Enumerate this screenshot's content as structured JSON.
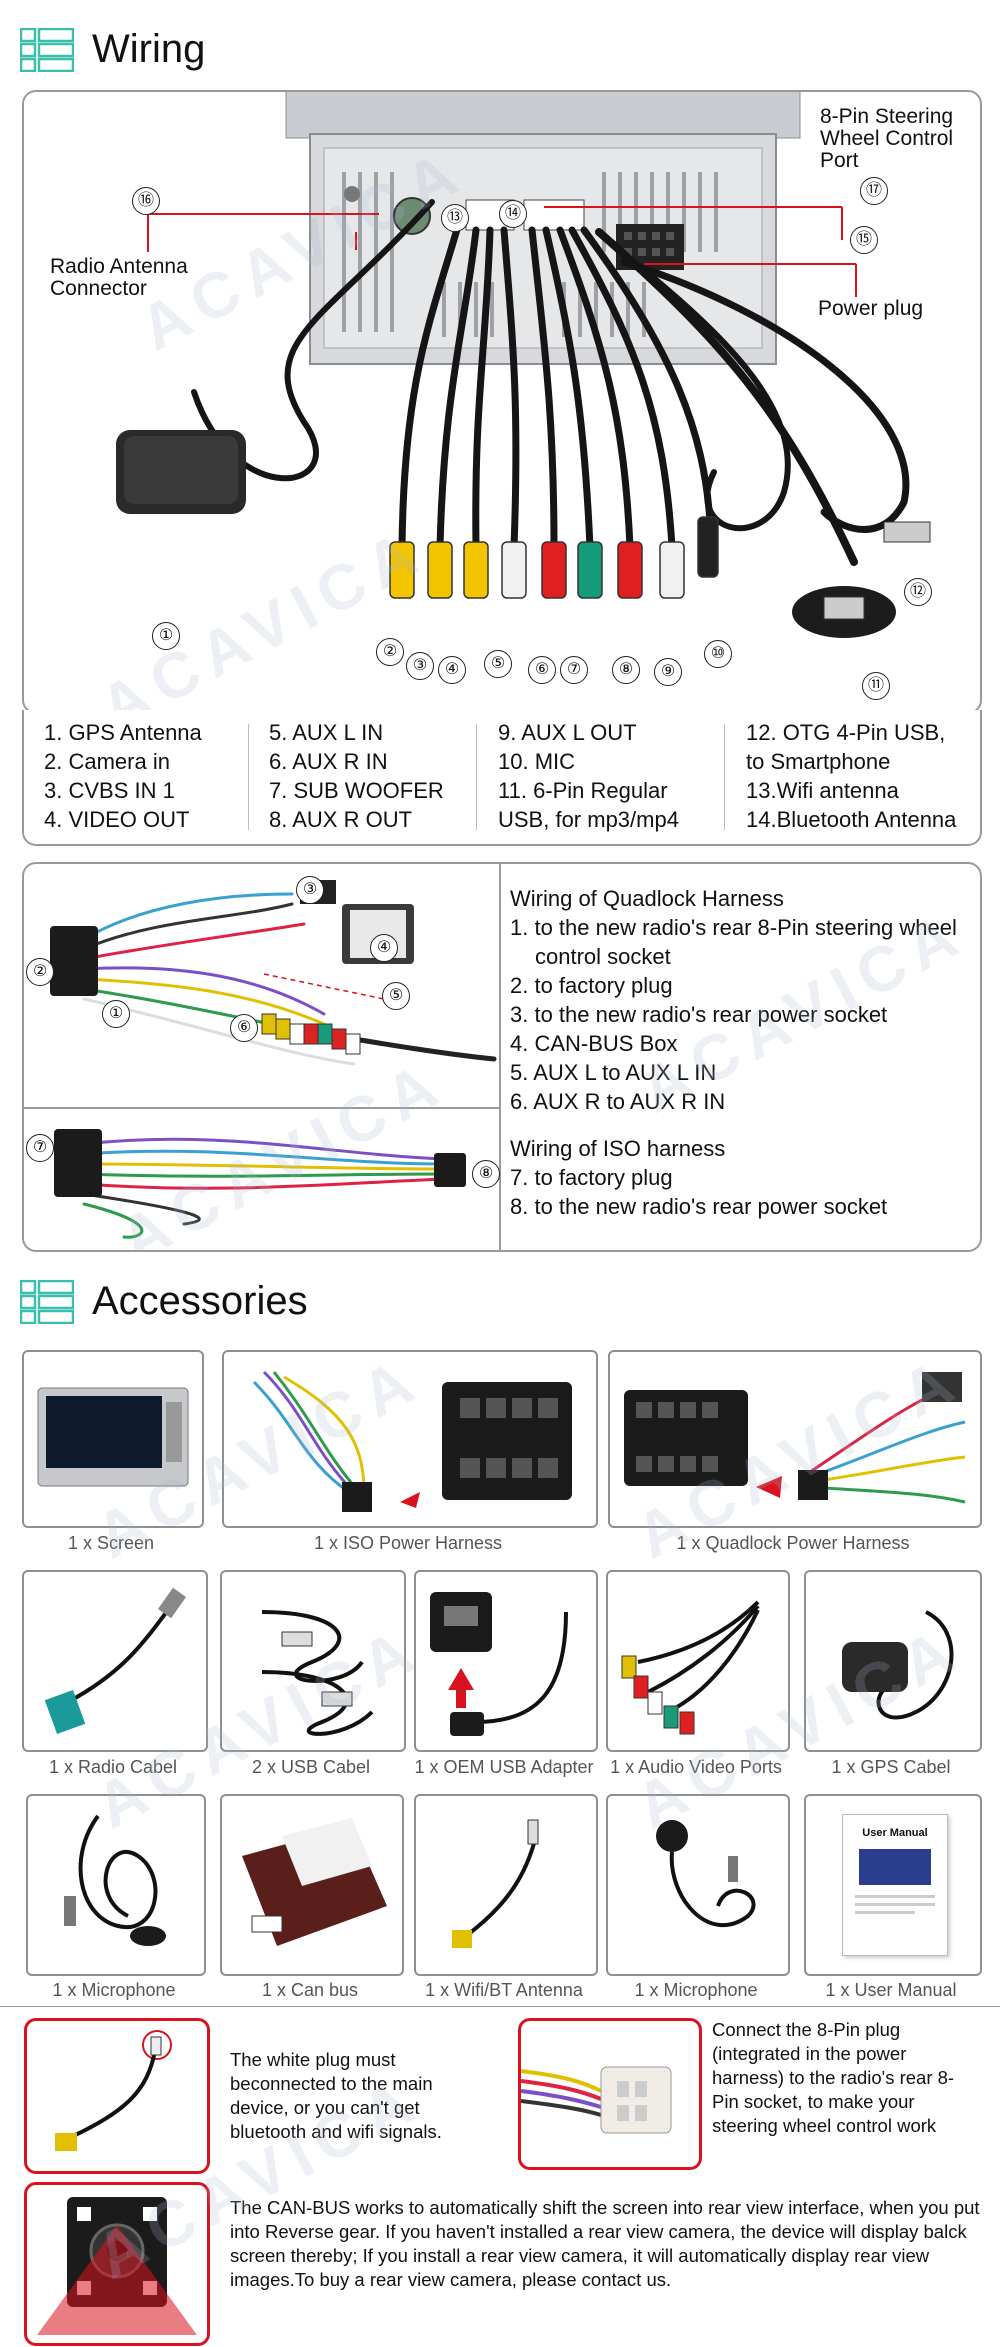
{
  "wiring": {
    "title": "Wiring",
    "callouts": {
      "steering": "8-Pin Steering Wheel Control Port",
      "antenna": "Radio Antenna Connector",
      "power": "Power plug"
    },
    "numbers": [
      "①",
      "②",
      "③",
      "④",
      "⑤",
      "⑥",
      "⑦",
      "⑧",
      "⑨",
      "⑩",
      "⑪",
      "⑫",
      "⑬",
      "⑭",
      "⑮",
      "⑯",
      "⑰"
    ],
    "legend": [
      [
        "1. GPS Antenna",
        "2. Camera in",
        "3. CVBS IN 1",
        "4. VIDEO OUT"
      ],
      [
        "5. AUX L IN",
        "6. AUX R IN",
        "7. SUB WOOFER",
        "8. AUX R OUT"
      ],
      [
        "9. AUX L OUT",
        "10. MIC",
        "11. 6-Pin Regular",
        "USB, for mp3/mp4"
      ],
      [
        "12. OTG 4-Pin USB,",
        "to Smartphone",
        "13.Wifi antenna",
        "14.Bluetooth Antenna"
      ]
    ]
  },
  "harness": {
    "quadlock_title": "Wiring of Quadlock Harness",
    "quadlock_items": [
      "1. to the new radio's rear 8-Pin steering wheel",
      "control socket",
      "2. to factory plug",
      "3. to the new radio's rear power socket",
      "4. CAN-BUS Box",
      "5. AUX L to AUX L IN",
      "6. AUX R to AUX R IN"
    ],
    "iso_title": "Wiring of ISO harness",
    "iso_items": [
      "7. to factory plug",
      "8. to the new radio's rear power socket"
    ],
    "numbers": [
      "①",
      "②",
      "③",
      "④",
      "⑤",
      "⑥",
      "⑦",
      "⑧"
    ]
  },
  "accessories": {
    "title": "Accessories",
    "captions": [
      "1 x Screen",
      "1 x ISO Power Harness",
      "1 x Quadlock Power Harness",
      "1 x Radio Cabel",
      "2 x USB Cabel",
      "1 x OEM USB Adapter",
      "1 x Audio Video Ports",
      "1 x GPS Cabel",
      "1 x Microphone",
      "1 x Can bus",
      "1 x Wifi/BT  Antenna",
      "1 x Microphone",
      "1 x User Manual"
    ],
    "manual_title": "User Manual"
  },
  "notes": {
    "white_plug": "The white plug must beconnected to the main device, or you can't get bluetooth and wifi signals.",
    "eight_pin": "Connect the 8-Pin plug (integrated in the power harness) to the radio's rear 8-Pin socket, to make your steering wheel control work",
    "canbus": "The CAN-BUS works to automatically shift the screen into rear view interface, when you put into Reverse gear. If you haven't installed a rear view camera, the device will display balck screen thereby; If you install a rear view camera, it will automatically display rear view images.To buy a rear view camera, please contact us."
  },
  "watermark": "ACAVICA",
  "colors": {
    "accent": "#3bbfad",
    "red": "#d8121f",
    "border": "#9a9a9a"
  }
}
